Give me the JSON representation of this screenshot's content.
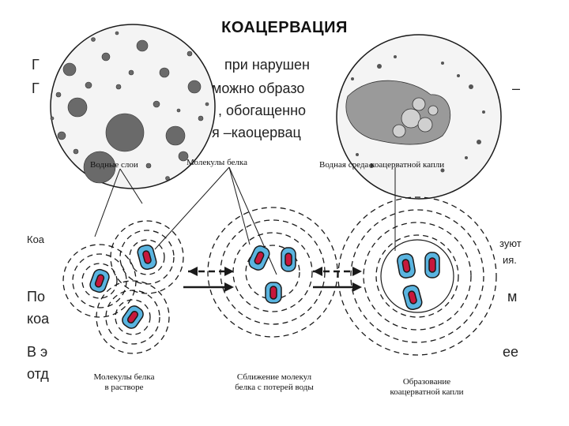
{
  "title": "КОАЦЕРВАЦИЯ",
  "background_fragments": [
    "при нарушен",
    "можно образо",
    "–",
    ", обогащенно",
    "я –каоцервац",
    "Коа",
    "зуют",
    "ия.",
    "По",
    "м",
    "коа",
    "В э",
    "ее",
    "отд"
  ],
  "figure": {
    "top_labels": [
      "Водные слои",
      "Молекулы белка",
      "Водная среда коацерватной капли"
    ],
    "bottom_captions": [
      [
        "Молекулы белка",
        "в растворе"
      ],
      [
        "Сближение молекул",
        "белка с потерей воды"
      ],
      [
        "Образование",
        "коацерватной капли"
      ]
    ]
  },
  "colors": {
    "protein_fill": "#5ab4e0",
    "protein_core": "#c8183c",
    "ink": "#1a1a1a"
  }
}
